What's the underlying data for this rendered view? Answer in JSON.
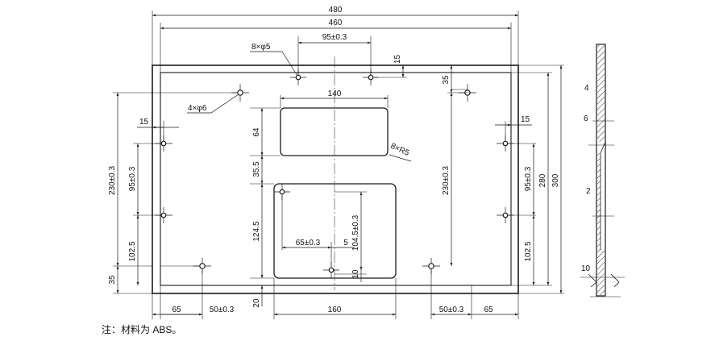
{
  "plate": {
    "overall_width": "480",
    "inner_width": "460",
    "overall_height": "300",
    "inner_height": "280"
  },
  "holes": {
    "phi5_callout": "8×φ5",
    "phi6_callout": "4×φ6",
    "top_pair_spacing": "95±0.3",
    "top_offset": "15",
    "left_offset": "15",
    "right_offset": "15",
    "left_vertical_spacing": "95±0.3",
    "right_vertical_spacing": "95±0.3",
    "left_lower_offset": "102.5",
    "right_lower_offset": "102.5",
    "left_outer_span": "230±0.3",
    "right_outer_span": "230±0.3",
    "bottom_left_offset": "65",
    "bottom_right_offset": "65",
    "bottom_left_spacing": "50±0.3",
    "bottom_right_spacing": "50±0.3",
    "left_bottom_margin": "35",
    "right_top_margin": "35"
  },
  "upper_window": {
    "width": "140",
    "height": "64",
    "gap": "35.5",
    "corner_callout": "8×R5"
  },
  "lower_window": {
    "width": "160",
    "height": "124.5",
    "bottom_margin": "20",
    "hole_x_offset": "65±0.3",
    "hole_x_small": "5",
    "hole_y_offset": "104.5±0.3",
    "hole_y_small": "10"
  },
  "side_view": {
    "label_top": "4",
    "label_6": "6",
    "label_2": "2",
    "label_10": "10"
  },
  "note": "注：材料为 ABS。",
  "colors": {
    "line": "#1a1a1a",
    "center": "#555555",
    "hatch": "#333333"
  }
}
